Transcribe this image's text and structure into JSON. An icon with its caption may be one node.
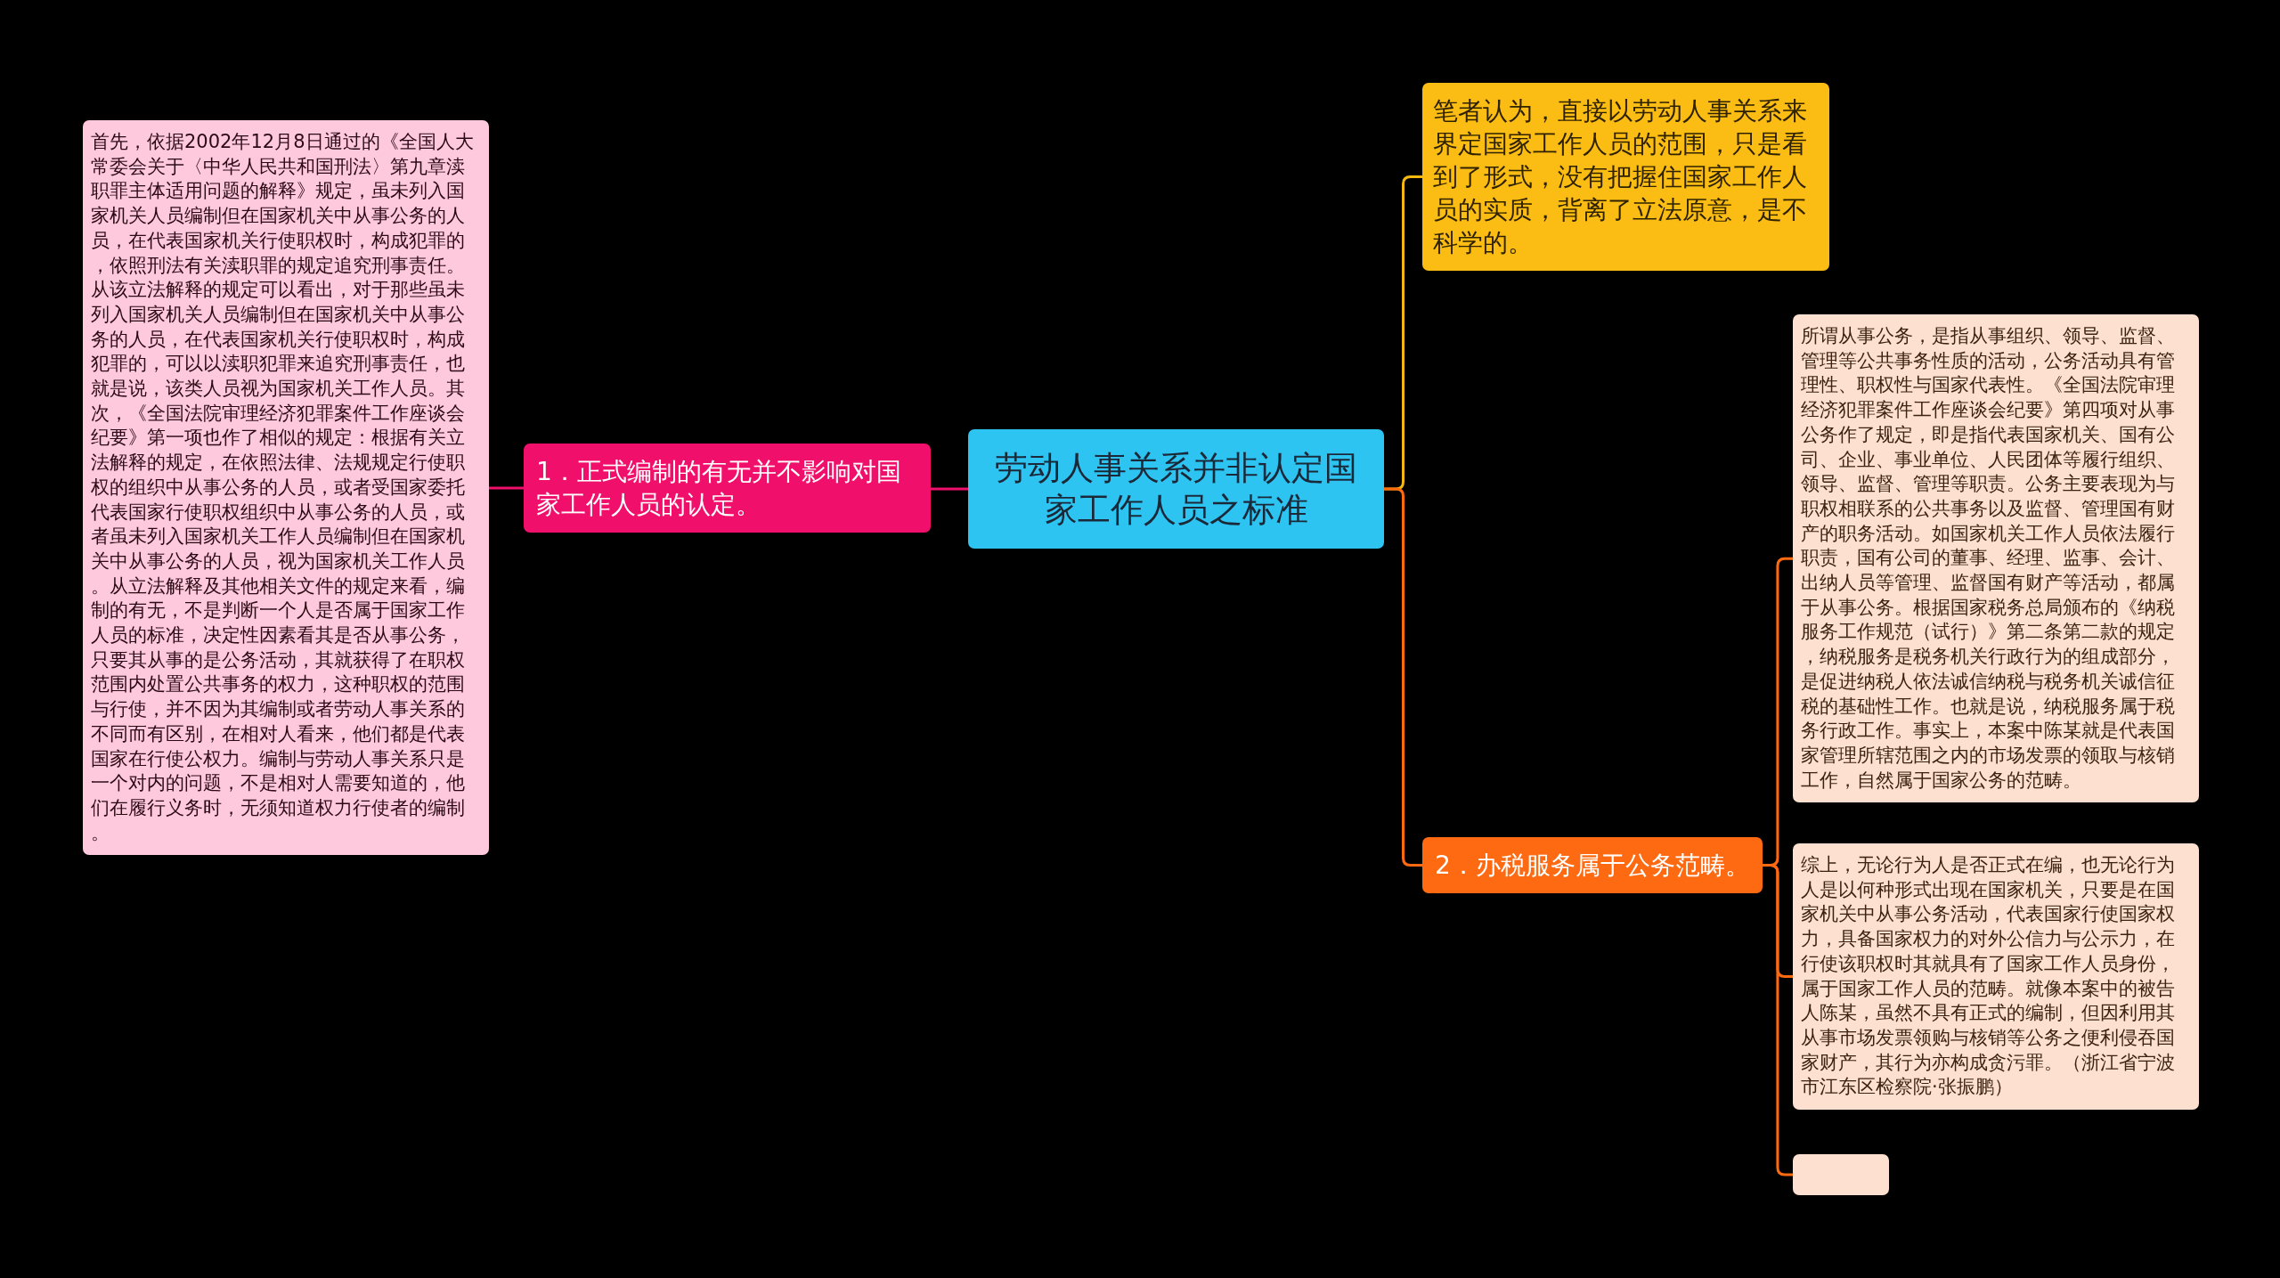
{
  "diagram": {
    "nodes": [
      {
        "text": [
          "劳动人事关系并非认定国家工作人员之标准"
        ]
      },
      {
        "text": [
          "1．正式编制的有无并不影响对国家工作人员的认定。"
        ]
      },
      {
        "text": [
          "首先，依据2002年12月8日通过的《全国人大常委会关于〈中华人民共和国刑法〉第九章渎职罪主体适用问题的解释》规定，虽未列入国家机关人员编制但在国家机关中从事公务的人员，在代表国家机关行使职权时，构成犯罪的，依照刑法有关渎职罪的规定追究刑事责任。从该立法解释的规定可以看出，对于那些虽未列入国家机关人员编制但在国家机关中从事公务的人员，在代表国家机关行使职权时，构成犯罪的，可以以渎职犯罪来追究刑事责任，也就是说，该类人员视为国家机关工作人员。其次，《全国法院审理经济犯罪案件工作座谈会纪要》第一项也作了相似的规定：根据有关立法解释的规定，在依照法律、法规规定行使职权的组织中从事公务的人员，或者受国家委托代表国家行使职权组织中从事公务的人员，或者虽未列入国家机关工作人员编制但在国家机关中从事公务的人员，视为国家机关工作人员。从立法解释及其他相关文件的规定来看，编制的有无，不是判断一个人是否属于国家工作人员的标准，决定性因素看其是否从事公务，只要其从事的是公务活动，其就获得了在职权范围内处置公共事务的权力，这种职权的范围与行使，并不因为其编制或者劳动人事关系的不同而有区别，在相对人看来，他们都是代表国家在行使公权力。编制与劳动人事关系只是一个对内的问题，不是相对人需要知道的，他们在履行义务时，无须知道权力行使者的编制。"
        ]
      },
      {
        "text": [
          "笔者认为，直接以劳动人事关系来界定国家工作人员的范围，只是看到了形式，没有把握住国家工作人员的实质，背离了立法原意，是不科学的。"
        ]
      },
      {
        "text": [
          "2．办税服务属于公务范畴。"
        ]
      },
      {
        "text": [
          "所谓从事公务，是指从事组织、领导、监督、管理等公共事务性质的活动，公务活动具有管理性、职权性与国家代表性。《全国法院审理经济犯罪案件工作座谈会纪要》第四项对从事公务作了规定，即是指代表国家机关、国有公司、企业、事业单位、人民团体等履行组织、领导、监督、管理等职责。公务主要表现为与职权相联系的公共事务以及监督、管理国有财产的职务活动。如国家机关工作人员依法履行职责，国有公司的董事、经理、监事、会计、出纳人员等管理、监督国有财产等活动，都属于从事公务。根据国家税务总局颁布的《纳税服务工作规范（试行）》第二条第二款的规定，纳税服务是税务机关行政行为的组成部分，是促进纳税人依法诚信纳税与税务机关诚信征税的基础性工作。也就是说，纳税服务属于税务行政工作。事实上，本案中陈某就是代表国家管理所辖范围之内的市场发票的领取与核销工作，自然属于国家公务的范畴。"
        ]
      },
      {
        "text": [
          "综上，无论行为人是否正式在编，也无论行为人是以何种形式出现在国家机关，只要是在国家机关中从事公务活动，代表国家行使国家权力，具备国家权力的对外公信力与公示力，在行使该职权时其就具有了国家工作人员身份，属于国家工作人员的范畴。就像本案中的被告人陈某，虽然不具有正式的编制，但因利用其从事市场发票领购与核销等公务之便利侵吞国家财产，其行为亦构成贪污罪。（浙江省宁波市江东区检察院·张振鹏）"
        ]
      },
      {
        "text": [],
        "shape": "box"
      }
    ],
    "edges": [
      {
        "from": 0,
        "to": 1,
        "arrow": "none",
        "color": "#f0106b"
      },
      {
        "from": 1,
        "to": 2,
        "arrow": "none",
        "color": "#f0106b"
      },
      {
        "from": 0,
        "to": 3,
        "arrow": "none",
        "color": "#f7b90f"
      },
      {
        "from": 0,
        "to": 4,
        "arrow": "none"
      },
      {
        "from": 4,
        "to": 5,
        "arrow": "none"
      },
      {
        "from": 4,
        "to": 6,
        "arrow": "none"
      },
      {
        "from": 4,
        "to": 7,
        "arrow": "none"
      }
    ]
  }
}
